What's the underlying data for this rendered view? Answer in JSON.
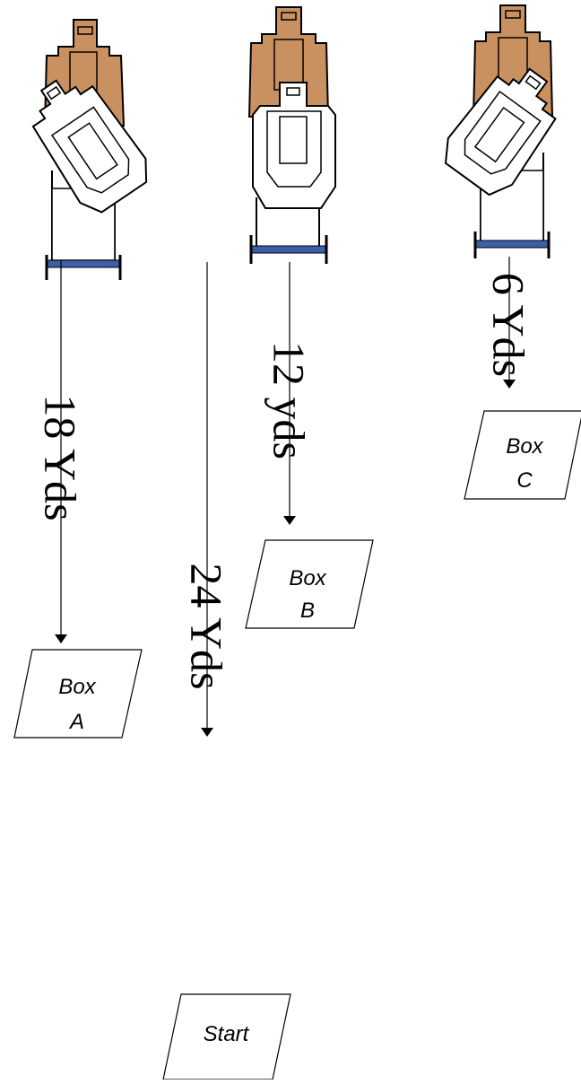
{
  "colors": {
    "target_tan": "#c9915f",
    "target_outline": "#000000",
    "stand_blue": "#3b5fa8",
    "line": "#000000",
    "background": "#ffffff"
  },
  "distances": {
    "box_a": "18 Yds",
    "box_b": "12 yds",
    "box_c": "6 Yds",
    "start": "24 Yds"
  },
  "boxes": {
    "a_line1": "Box",
    "a_line2": "A",
    "b_line1": "Box",
    "b_line2": "B",
    "c_line1": "Box",
    "c_line2": "C",
    "start": "Start"
  }
}
